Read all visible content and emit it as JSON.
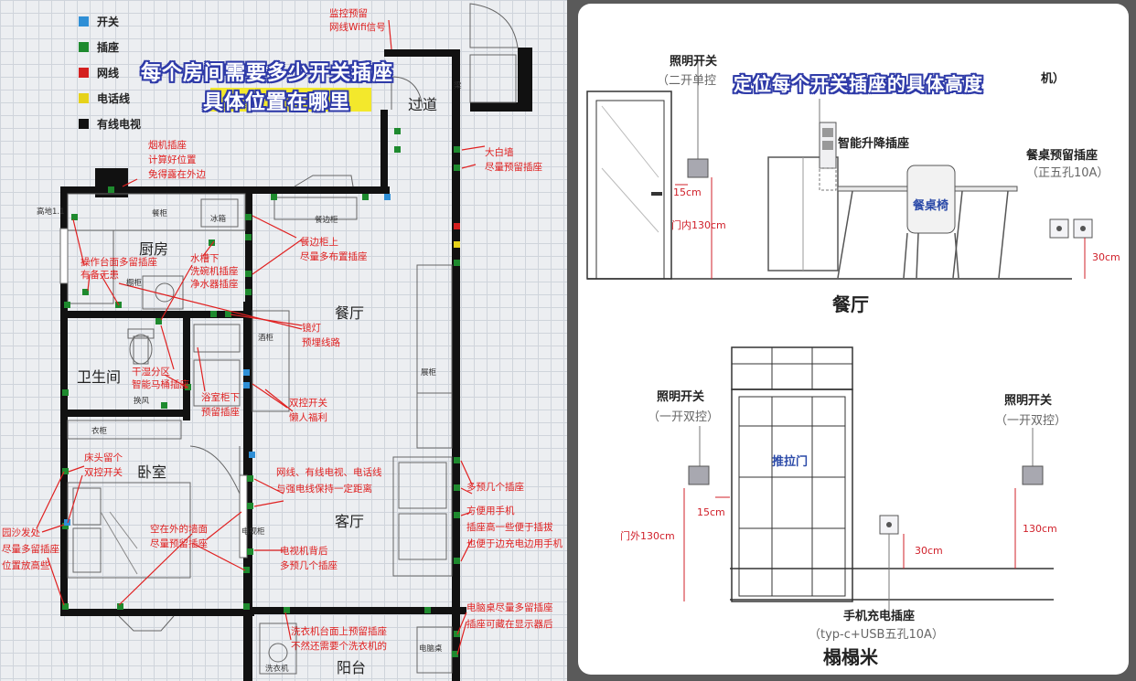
{
  "legend": [
    {
      "label": "开关",
      "color": "#2f8fd6"
    },
    {
      "label": "插座",
      "color": "#1e8a2e"
    },
    {
      "label": "网线",
      "color": "#d41f1f"
    },
    {
      "label": "电话线",
      "color": "#e6d21a"
    },
    {
      "label": "有线电视",
      "color": "#111111"
    }
  ],
  "left_banner": {
    "line1": "每个房间需要多少开关插座",
    "line2": "具体位置在哪里"
  },
  "rooms": {
    "corridor": "过道",
    "kitchen": "厨房",
    "dining": "餐厅",
    "bathroom": "卫生间",
    "bedroom": "卧室",
    "living": "客厅",
    "balcony": "阳台"
  },
  "fixtures": {
    "cabinet": "餐柜",
    "fridge": "冰箱",
    "sideboard": "餐边柜",
    "sink_cabinet": "橱柜",
    "wardrobe": "衣柜",
    "exhaust": "换风",
    "washer": "洗衣机",
    "desk": "电脑桌",
    "high_mark": "高地1.1",
    "beam": "梁",
    "dining_wall_cabinet": "酒柜",
    "tv_cabinet": "电视柜",
    "living_cabinet": "展柜"
  },
  "notes": {
    "monitor": [
      "监控预留",
      "网线Wifi信号"
    ],
    "range_hood": [
      "烟机插座",
      "计算好位置",
      "免得露在外边"
    ],
    "big_wall": [
      "大白墙",
      "尽量预留插座"
    ],
    "counter": [
      "操作台面多留插座",
      "有备无患"
    ],
    "sink_under": [
      "水槽下",
      "洗碗机插座",
      "净水器插座"
    ],
    "sideboard_note": [
      "餐边柜上",
      "尽量多布置插座"
    ],
    "mirror_light": [
      "镜灯",
      "预埋线路"
    ],
    "toilet": [
      "干湿分区",
      "智能马桶插座"
    ],
    "bath_heater": [
      "浴室柜下",
      "预留插座"
    ],
    "double_switch": [
      "双控开关",
      "懒人福利"
    ],
    "bedhead": [
      "床头留个",
      "双控开关"
    ],
    "sofa_side": [
      "园沙发处",
      "尽量多留插座",
      "位置放高些"
    ],
    "tv_wall": [
      "网线、有线电视、电话线",
      "与强电线保持一定距离"
    ],
    "bed_wall": [
      "空在外的墙面",
      "尽量预留插座"
    ],
    "tv_back": [
      "电视机背后",
      "多预几个插座"
    ],
    "living_more": [
      "多预几个插座",
      "方便用手机",
      "插座高一些便于插拔",
      "也便于边充电边用手机"
    ],
    "washer_note": [
      "洗衣机台面上预留插座",
      "不然还需要个洗衣机的"
    ],
    "desk_note": [
      "电脑桌尽量多留插座",
      "插座可藏在显示器后"
    ]
  },
  "right_banner": "定位每个开关插座的具体高度",
  "dining": {
    "title": "餐厅",
    "light_switch": "照明开关",
    "light_switch_sub": "（二开单控",
    "partial": "机）",
    "lift_socket": "智能升降插座",
    "reserve_socket": "餐桌预留插座",
    "reserve_socket_sub": "（正五孔10A）",
    "chairs": "餐桌椅",
    "dim_15": "15cm",
    "dim_130": "门内130cm",
    "dim_30": "30cm"
  },
  "tatami": {
    "title": "榻榻米",
    "switch_left": "照明开关",
    "switch_left_sub": "（一开双控）",
    "switch_right": "照明开关",
    "switch_right_sub": "（一开双控）",
    "door": "推拉门",
    "phone_socket": "手机充电插座",
    "phone_socket_sub": "（typ-c+USB五孔10A）",
    "dim_15": "15cm",
    "dim_130_left": "门外130cm",
    "dim_30": "30cm",
    "dim_130_right": "130cm"
  }
}
